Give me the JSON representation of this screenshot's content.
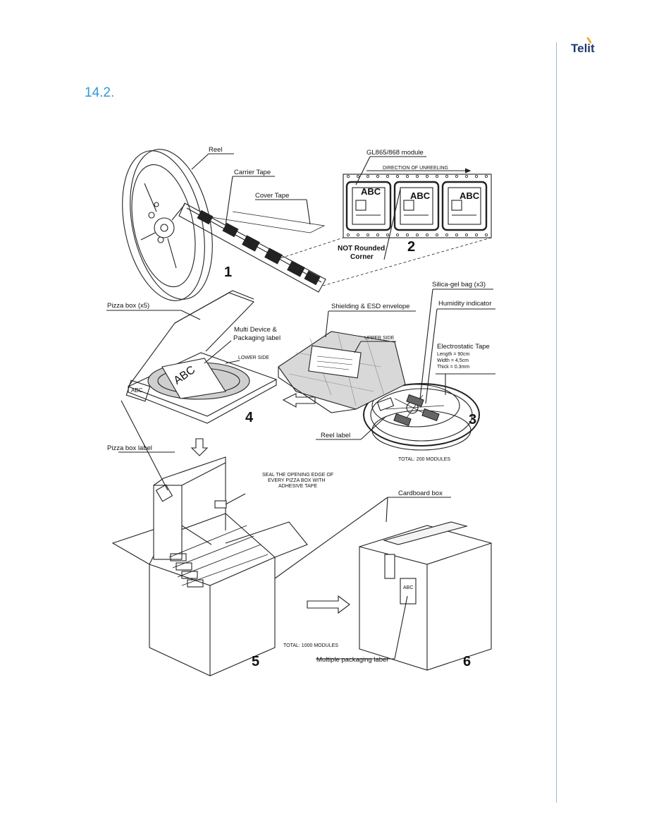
{
  "header": {
    "logo_text": "Telit",
    "section_number": "14.2."
  },
  "figure": {
    "labels": {
      "reel": "Reel",
      "carrier_tape": "Carrier Tape",
      "cover_tape": "Cover Tape",
      "module": "GL865/868 module",
      "direction": "DIRECTION OF UNREELING",
      "not_rounded_1": "NOT Rounded",
      "not_rounded_2": "Corner",
      "pizza_box": "Pizza box (x5)",
      "multi_device_1": "Multi Device &",
      "multi_device_2": "Packaging label",
      "lower_side": "LOWER SIDE",
      "shielding": "Shielding & ESD envelope",
      "upper_side": "UPPER SIDE",
      "silica": "Silica-gel bag (x3)",
      "humidity": "Humidity indicator",
      "estatic": "Electrostatic Tape",
      "length": "Length = 90cm",
      "width": "Width = 4,5cm",
      "thick": "Thick = 0.3mm",
      "reel_label": "Reel label",
      "total_200": "TOTAL: 200 MODULES",
      "pizza_box_label": "Pizza box label",
      "seal_1": "SEAL THE OPENING EDGE OF",
      "seal_2": "EVERY PIZZA BOX WITH",
      "seal_3": "ADHESIVE TAPE",
      "cardboard_box": "Cardboard box",
      "total_1000": "TOTAL: 1000 MODULES",
      "multiple_pack": "Multiple packaging label",
      "abc": "ABC"
    },
    "step_numbers": {
      "s1": "1",
      "s2": "2",
      "s3": "3",
      "s4": "4",
      "s5": "5",
      "s6": "6"
    }
  }
}
